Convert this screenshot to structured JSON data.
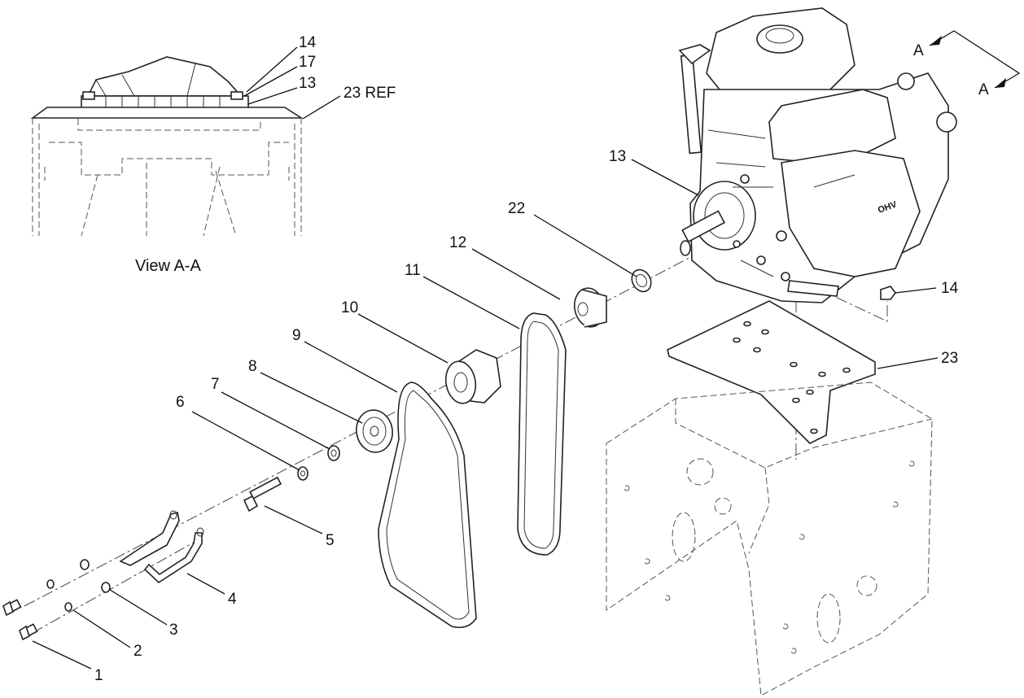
{
  "view_label": "View A-A",
  "section_marker": "A",
  "callouts": {
    "c1": "1",
    "c2": "2",
    "c3": "3",
    "c4": "4",
    "c5": "5",
    "c6": "6",
    "c7": "7",
    "c8": "8",
    "c9": "9",
    "c10": "10",
    "c11": "11",
    "c12": "12",
    "c13": "13",
    "c14": "14",
    "c22": "22",
    "c23": "23",
    "v14": "14",
    "v17": "17",
    "v13": "13",
    "v23ref": "23 REF"
  }
}
